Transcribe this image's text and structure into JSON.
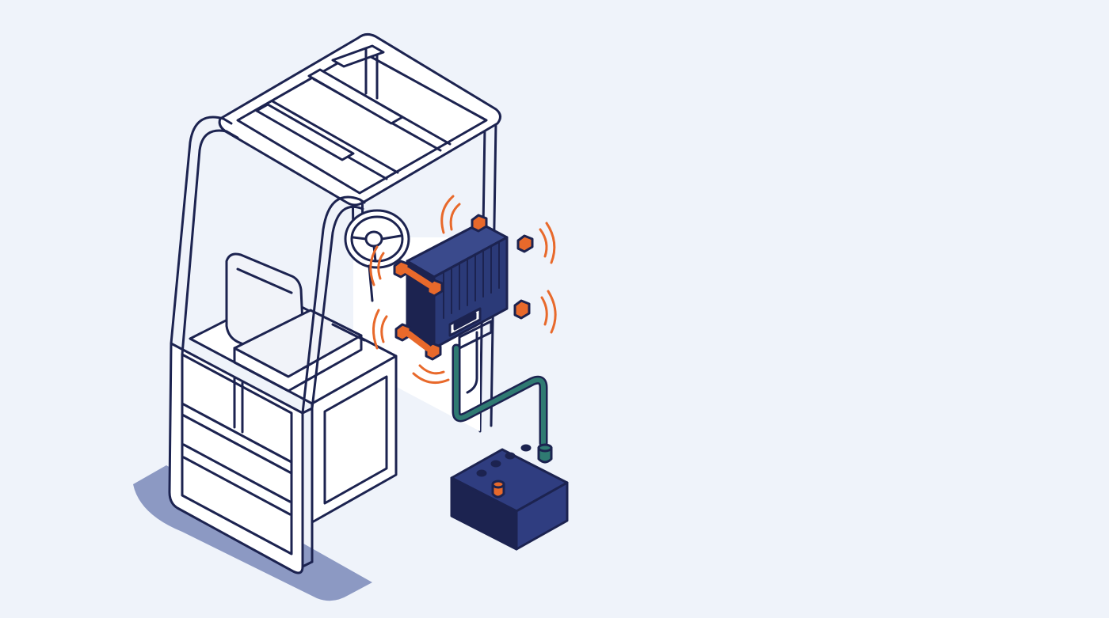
{
  "illustration": {
    "subject": "forklift-cab-with-vibrating-telematics-device-and-battery",
    "colors": {
      "background": "#eff3fa",
      "outline": "#1c2350",
      "fill_white": "#ffffff",
      "seat_fill": "#f1f3f9",
      "shadow": "#8c99c3",
      "device_navy": "#2b3a78",
      "device_dark": "#1c2350",
      "accent_orange": "#e8692b",
      "cable_teal": "#2f7a72",
      "battery_navy": "#2f3d80"
    },
    "elements": {
      "frame": "forklift-overhead-guard-frame",
      "seat": "operator-seat",
      "steering_wheel": "steering-wheel",
      "device": "telematics-control-unit",
      "mount_bolts": "orange-mounting-bolts",
      "vibration": "vibration-wave-arcs",
      "cable": "power-cable",
      "battery": "vehicle-battery"
    }
  }
}
